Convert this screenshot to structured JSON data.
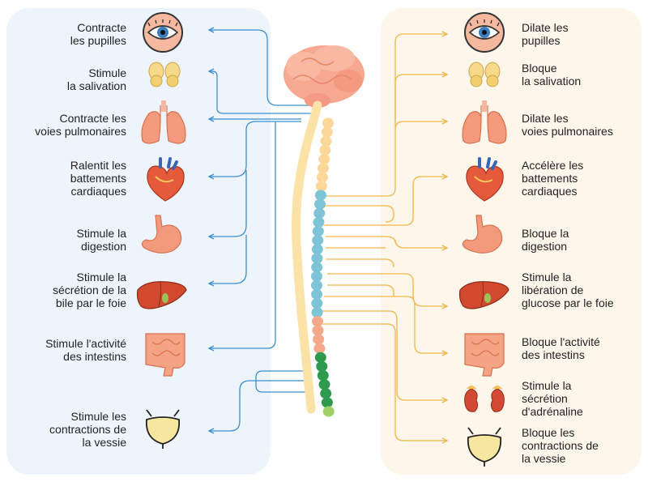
{
  "colors": {
    "parasympathetic": "#3b8fd0",
    "sympathetic": "#f2b64a",
    "panel_left": "#eef4fb",
    "panel_right": "#fdf6ea"
  },
  "left_effects": [
    {
      "organ": "eye",
      "label": "Contracte\nles pupilles"
    },
    {
      "organ": "salivary-glands",
      "label": "Stimule\nla salivation"
    },
    {
      "organ": "lungs",
      "label": "Contracte les\nvoies pulmonaires"
    },
    {
      "organ": "heart",
      "label": "Ralentit les\nbattements\ncardiaques"
    },
    {
      "organ": "stomach",
      "label": "Stimule la\ndigestion"
    },
    {
      "organ": "liver",
      "label": "Stimule la\nsécrétion de la\nbile par le foie"
    },
    {
      "organ": "intestines",
      "label": "Stimule l'activité\ndes intestins"
    },
    {
      "organ": "bladder",
      "label": "Stimule les\ncontractions de\nla vessie"
    }
  ],
  "right_effects": [
    {
      "organ": "eye",
      "label": "Dilate les\npupilles"
    },
    {
      "organ": "salivary-glands",
      "label": "Bloque\nla salivation"
    },
    {
      "organ": "lungs",
      "label": "Dilate les\nvoies pulmonaires"
    },
    {
      "organ": "heart",
      "label": "Accélère les\nbattements\ncardiaques"
    },
    {
      "organ": "stomach",
      "label": "Bloque la\ndigestion"
    },
    {
      "organ": "liver",
      "label": "Stimule la\nlibération de\nglucose par le foie"
    },
    {
      "organ": "intestines",
      "label": "Bloque l'activité\ndes intestins"
    },
    {
      "organ": "adrenal-kidneys",
      "label": "Stimule la\nsécrétion\nd'adrénaline"
    },
    {
      "organ": "bladder",
      "label": "Bloque les\ncontractions de\nla vessie"
    }
  ]
}
